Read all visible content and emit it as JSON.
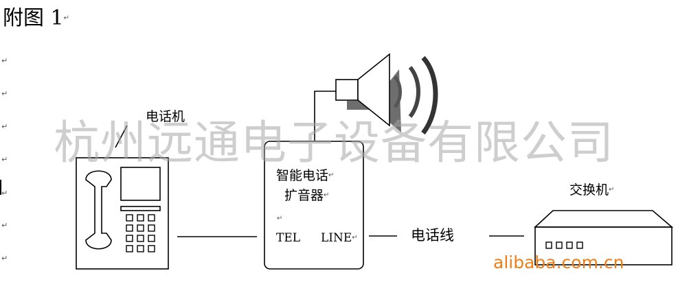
{
  "figure": {
    "title": "附图 1"
  },
  "paragraph_mark": "↵",
  "phone": {
    "label": "电话机"
  },
  "amplifier": {
    "name_line1": "智能电话",
    "name_line2": "扩音器",
    "port_tel": "TEL",
    "port_line": "LINE"
  },
  "wire": {
    "label": "电话线"
  },
  "switchboard": {
    "label": "交换机"
  },
  "watermarks": {
    "company": "杭州远通电子设备有限公司",
    "site": "alibaba.com.cn"
  }
}
